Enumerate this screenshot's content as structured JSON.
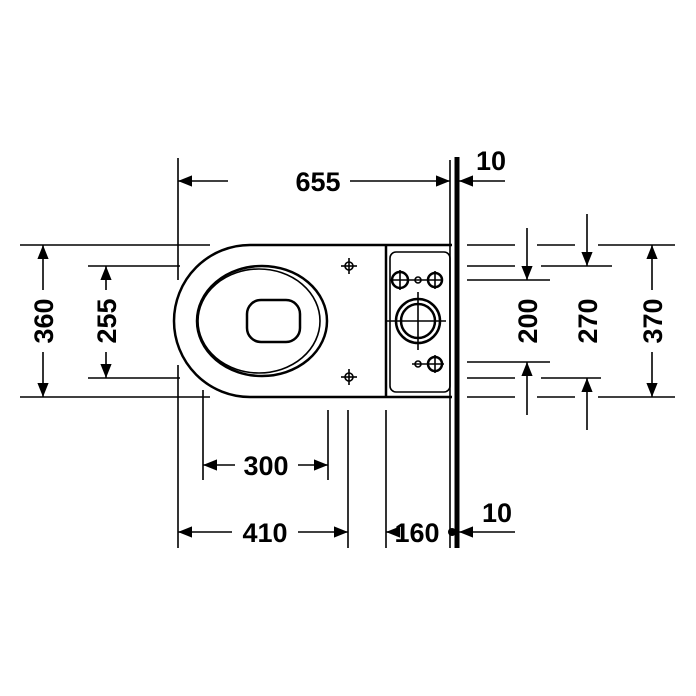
{
  "title": "Toilet plan view dimension drawing",
  "dimensions": {
    "overall_length": "655",
    "wall_gap_top": "10",
    "wall_gap_bottom": "10",
    "width_outer": "360",
    "width_seat": "255",
    "front_to_fixing": "300",
    "front_to_tank": "410",
    "tank_depth": "160",
    "tank_inner": "200",
    "tank_mid": "270",
    "tank_outer": "370"
  },
  "colors": {
    "line": "#000000",
    "background": "#ffffff"
  }
}
